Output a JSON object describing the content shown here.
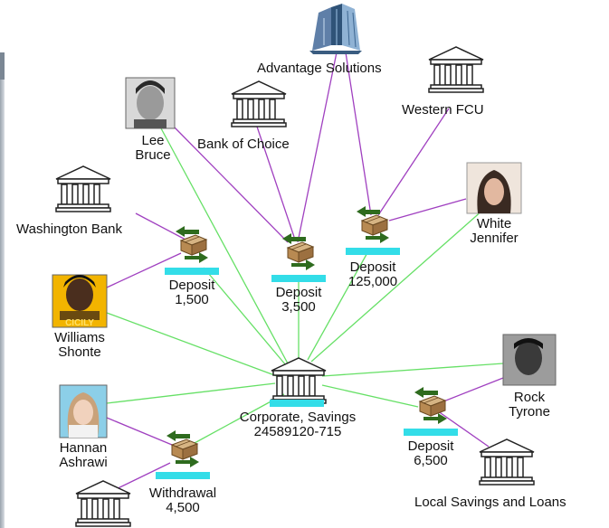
{
  "nodes": {
    "advantage_solutions": {
      "label": "Advantage Solutions",
      "icon": "office-building-icon"
    },
    "western_fcu": {
      "label": "Western FCU",
      "icon": "bank-icon"
    },
    "bank_of_choice": {
      "label": "Bank of Choice",
      "icon": "bank-icon"
    },
    "lee_bruce": {
      "line1": "Lee",
      "line2": "Bruce",
      "icon": "person-photo"
    },
    "white_jennifer": {
      "line1": "White",
      "line2": "Jennifer",
      "icon": "person-photo"
    },
    "washington_bank": {
      "label": "Washington Bank",
      "icon": "bank-icon"
    },
    "williams_shonte": {
      "line1": "Williams",
      "line2": "Shonte",
      "icon": "person-photo",
      "badge": "CICILY"
    },
    "corporate_savings": {
      "line1": "Corporate,  Savings",
      "line2": "24589120-715",
      "icon": "bank-icon"
    },
    "rock_tyrone": {
      "line1": "Rock",
      "line2": "Tyrone",
      "icon": "person-photo"
    },
    "hannan_ashrawi": {
      "line1": "Hannan",
      "line2": "Ashrawi",
      "icon": "person-photo"
    },
    "local_savings": {
      "label": "Local Savings and Loans",
      "icon": "bank-icon"
    },
    "bottom_bank": {
      "icon": "bank-icon"
    }
  },
  "transactions": {
    "deposit_1500": {
      "type": "Deposit",
      "amount": "1,500"
    },
    "deposit_3500": {
      "type": "Deposit",
      "amount": "3,500"
    },
    "deposit_125000": {
      "type": "Deposit",
      "amount": "125,000"
    },
    "deposit_6500": {
      "type": "Deposit",
      "amount": "6,500"
    },
    "withdrawal_4500": {
      "type": "Withdrawal",
      "amount": "4,500"
    }
  },
  "colors": {
    "green_link": "#66e066",
    "purple_link": "#a040c0",
    "transaction_bar": "#33dde8",
    "arrow": "#2e6b1e",
    "box": "#b89060"
  }
}
